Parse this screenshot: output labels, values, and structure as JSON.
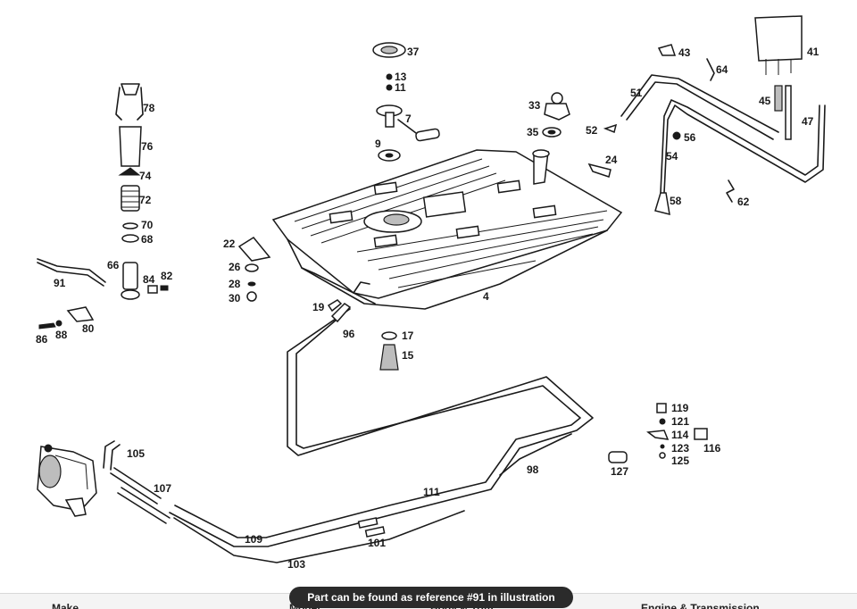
{
  "diagram": {
    "callouts": {
      "c37": "37",
      "c13": "13",
      "c11": "11",
      "c7": "7",
      "c9": "9",
      "c78": "78",
      "c76": "76",
      "c74": "74",
      "c72": "72",
      "c70": "70",
      "c68": "68",
      "c33": "33",
      "c35": "35",
      "c52": "52",
      "c24": "24",
      "c43": "43",
      "c64": "64",
      "c41": "41",
      "c51": "51",
      "c45": "45",
      "c47": "47",
      "c56": "56",
      "c54": "54",
      "c58": "58",
      "c62": "62",
      "c22": "22",
      "c26": "26",
      "c28": "28",
      "c30": "30",
      "c91": "91",
      "c66": "66",
      "c84": "84",
      "c82": "82",
      "c86": "86",
      "c88": "88",
      "c80": "80",
      "c4": "4",
      "c19": "19",
      "c96": "96",
      "c17": "17",
      "c15": "15",
      "c119": "119",
      "c121": "121",
      "c114": "114",
      "c116": "116",
      "c123": "123",
      "c125": "125",
      "c127": "127",
      "c98": "98",
      "c105": "105",
      "c107": "107",
      "c111": "111",
      "c109": "109",
      "c101": "101",
      "c103": "103"
    }
  },
  "bottom_tabs": [
    "Make",
    "Model",
    "Body & Trim",
    "Engine & Transmission"
  ],
  "tooltip": {
    "text": "Part can be found as reference #91 in illustration"
  }
}
